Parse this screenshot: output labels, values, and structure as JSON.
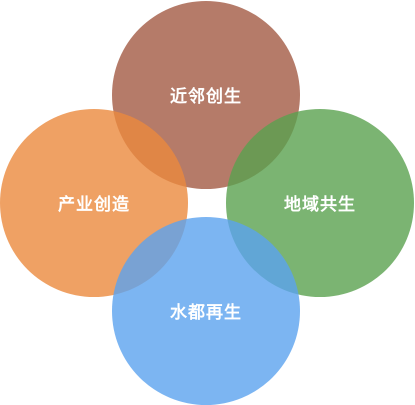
{
  "diagram": {
    "circles": [
      {
        "label": "近邻创生",
        "color": "#a25a44"
      },
      {
        "label": "产业创造",
        "color": "#eb8a3d"
      },
      {
        "label": "地域共生",
        "color": "#5aa14f"
      },
      {
        "label": "水都再生",
        "color": "#5ba2ef"
      }
    ]
  }
}
